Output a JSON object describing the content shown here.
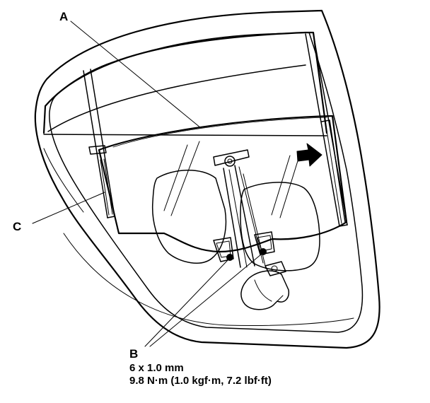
{
  "labels": {
    "a": "A",
    "b": "B",
    "c": "C"
  },
  "spec": {
    "bolt": "6 x 1.0 mm",
    "torque": "9.8 N·m (1.0 kgf·m, 7.2 lbf·ft)"
  },
  "colors": {
    "line": "#000000",
    "background": "#ffffff"
  },
  "icons": {
    "direction_arrow": "arrow-right-icon"
  }
}
